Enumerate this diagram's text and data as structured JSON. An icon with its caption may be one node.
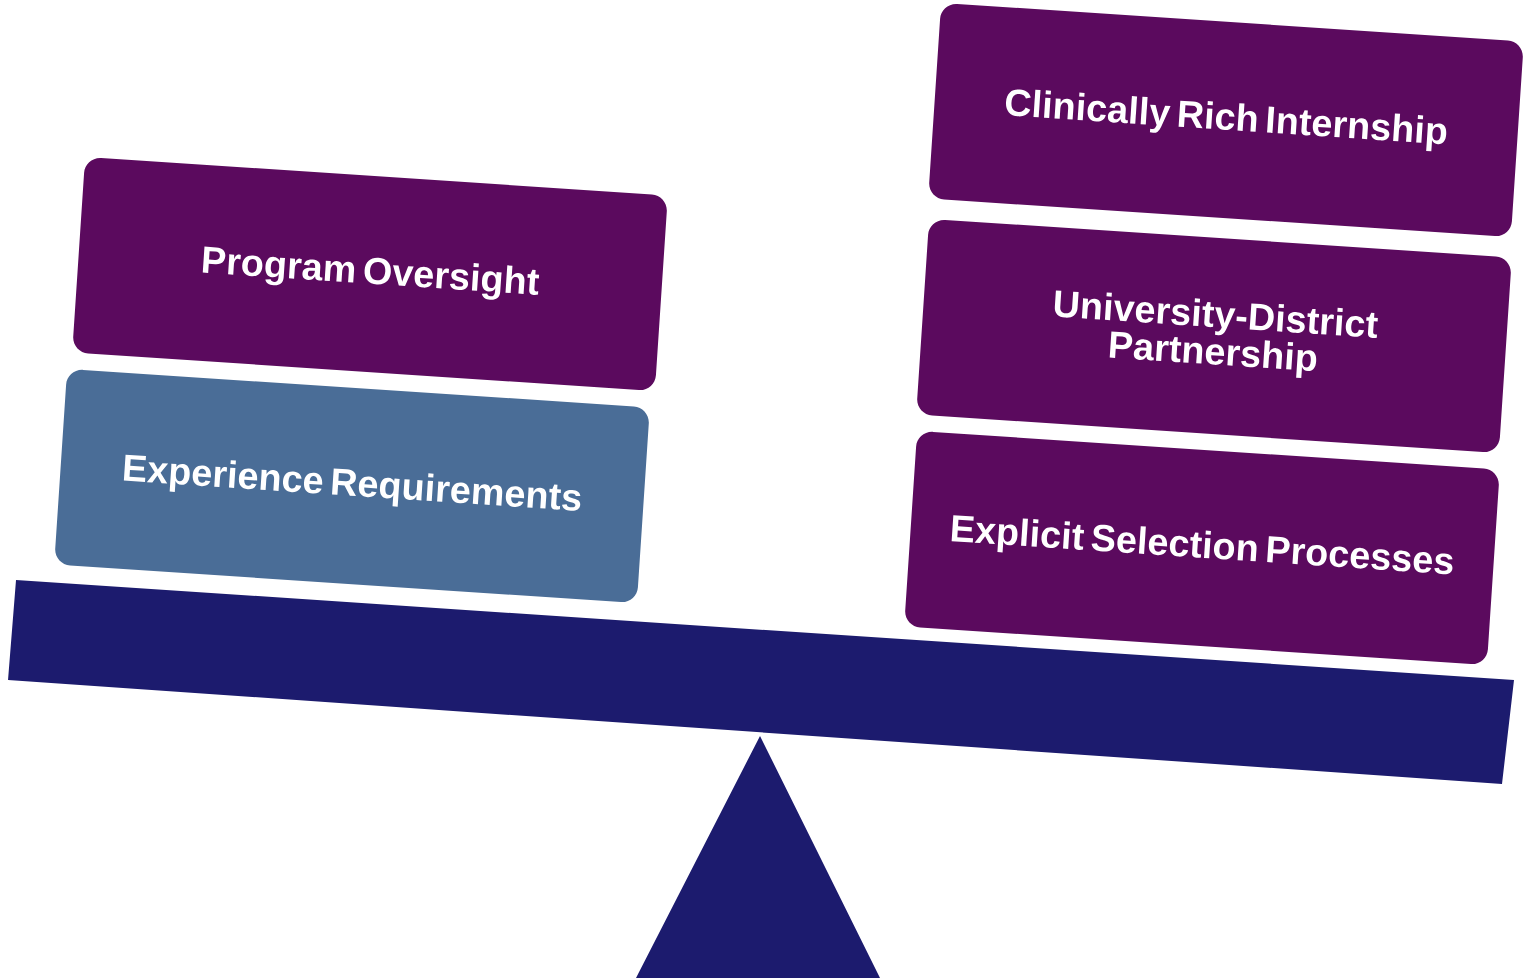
{
  "diagram": {
    "nodes": [
      {
        "text": [
          "Program  Oversight"
        ]
      },
      {
        "text": [
          "Experience Requirements"
        ]
      },
      {
        "text": [
          "Clinically Rich Internship"
        ]
      },
      {
        "text": [
          "University-District Partnership"
        ]
      },
      {
        "text": [
          "Explicit Selection Processes"
        ]
      }
    ]
  }
}
